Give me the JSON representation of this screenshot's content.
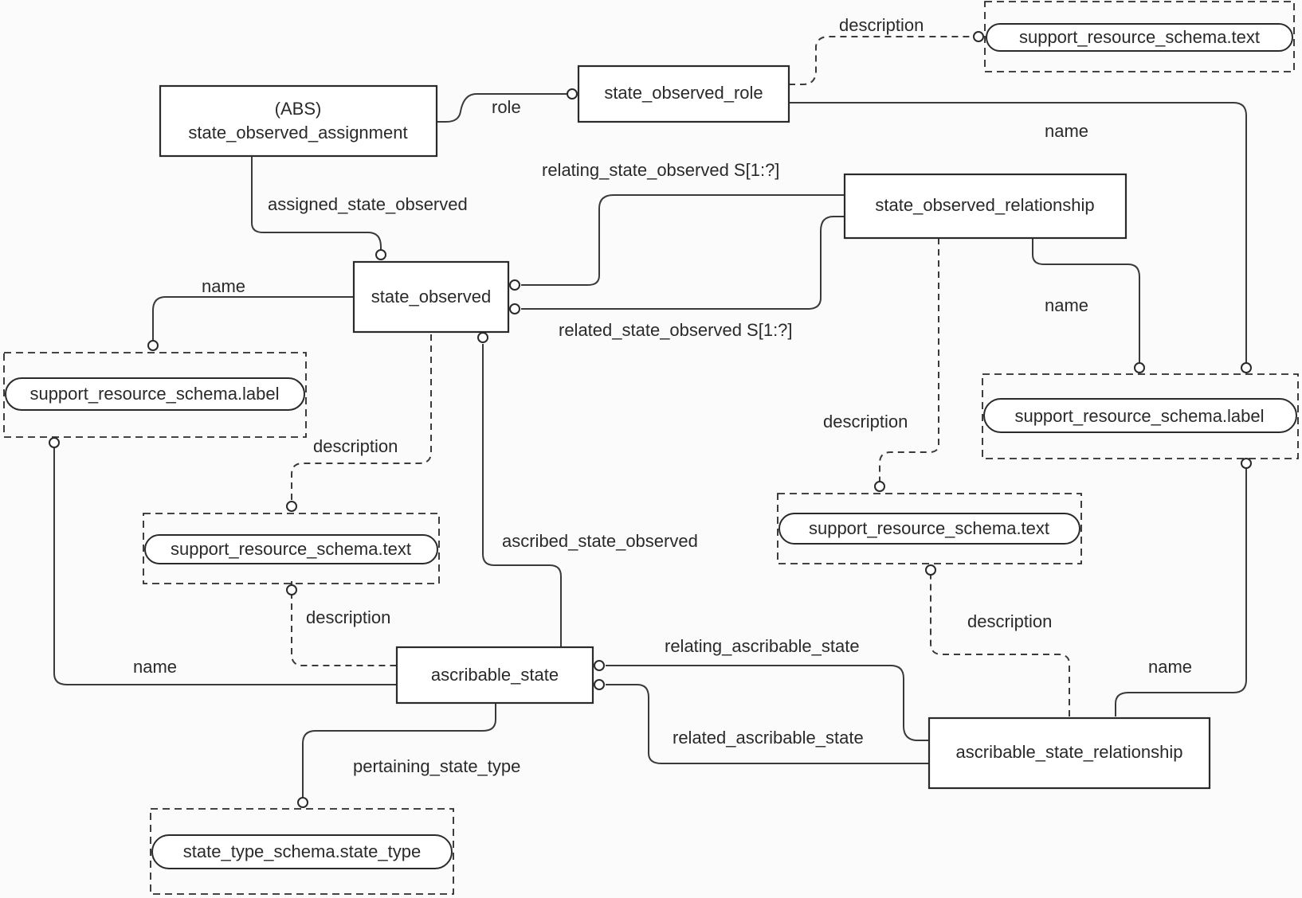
{
  "diagram": {
    "type": "EXPRESS-G entity relationship diagram",
    "entities": {
      "state_observed_assignment": {
        "prefix": "(ABS)",
        "label": "state_observed_assignment"
      },
      "state_observed_role": {
        "label": "state_observed_role"
      },
      "state_observed_relationship": {
        "label": "state_observed_relationship"
      },
      "state_observed": {
        "label": "state_observed"
      },
      "ascribable_state": {
        "label": "ascribable_state"
      },
      "ascribable_state_relationship": {
        "label": "ascribable_state_relationship"
      }
    },
    "external_types": {
      "text_top_right": {
        "label": "support_resource_schema.text"
      },
      "label_left": {
        "label": "support_resource_schema.label"
      },
      "text_center_left": {
        "label": "support_resource_schema.text"
      },
      "text_center_right": {
        "label": "support_resource_schema.text"
      },
      "label_right": {
        "label": "support_resource_schema.label"
      },
      "state_type": {
        "label": "state_type_schema.state_type"
      }
    },
    "relations": {
      "role": "role",
      "description_role": "description",
      "name_role": "name",
      "assigned_state_observed": "assigned_state_observed",
      "relating_state_observed": "relating_state_observed S[1:?]",
      "related_state_observed": "related_state_observed S[1:?]",
      "name_state_observed": "name",
      "description_state_observed": "description",
      "name_relationship": "name",
      "description_relationship": "description",
      "ascribed_state_observed": "ascribed_state_observed",
      "description_ascribable": "description",
      "name_ascribable": "name",
      "relating_ascribable_state": "relating_ascribable_state",
      "related_ascribable_state": "related_ascribable_state",
      "description_asr": "description",
      "name_asr": "name",
      "pertaining_state_type": "pertaining_state_type"
    }
  }
}
